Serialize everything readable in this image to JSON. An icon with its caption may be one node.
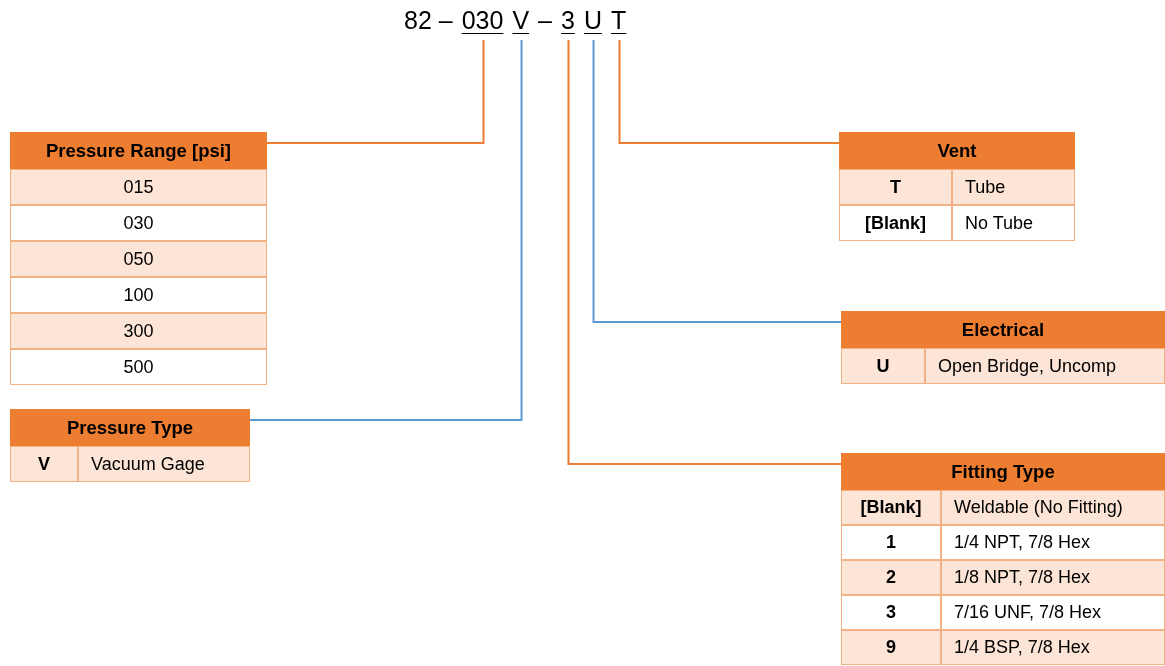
{
  "diagram": {
    "nodes": [
      {
        "text": [
          "030"
        ]
      },
      {
        "text": [
          "V"
        ]
      },
      {
        "text": [
          "3"
        ]
      },
      {
        "text": [
          "U"
        ]
      },
      {
        "text": [
          "T"
        ]
      },
      {
        "text": [
          "Pressure Range [psi]",
          "015",
          "030",
          "050",
          "100",
          "300",
          "500"
        ]
      },
      {
        "text": [
          "Vent",
          "T",
          "Tube",
          "[Blank]",
          "No Tube"
        ]
      },
      {
        "text": [
          "Electrical",
          "U",
          "Open Bridge, Uncomp"
        ]
      },
      {
        "text": [
          "Pressure Type",
          "V",
          "Vacuum Gage"
        ]
      },
      {
        "text": [
          "Fitting Type",
          "[Blank]",
          "Weldable (No Fitting)",
          "1",
          "1/4 NPT, 7/8 Hex",
          "2",
          "1/8 NPT, 7/8 Hex",
          "3",
          "7/16 UNF, 7/8 Hex",
          "9",
          "1/4 BSP, 7/8 Hex"
        ]
      }
    ],
    "edges": [
      {
        "from": 0,
        "to": 5,
        "arrow": "none"
      },
      {
        "from": 1,
        "to": 8,
        "arrow": "none",
        "color": "#5b9bd5"
      },
      {
        "from": 2,
        "to": 9,
        "arrow": "none"
      },
      {
        "from": 3,
        "to": 7,
        "arrow": "none",
        "color": "#5b9bd5"
      },
      {
        "from": 4,
        "to": 6,
        "arrow": "none"
      }
    ],
    "labels": [
      "82 –",
      "–"
    ]
  }
}
